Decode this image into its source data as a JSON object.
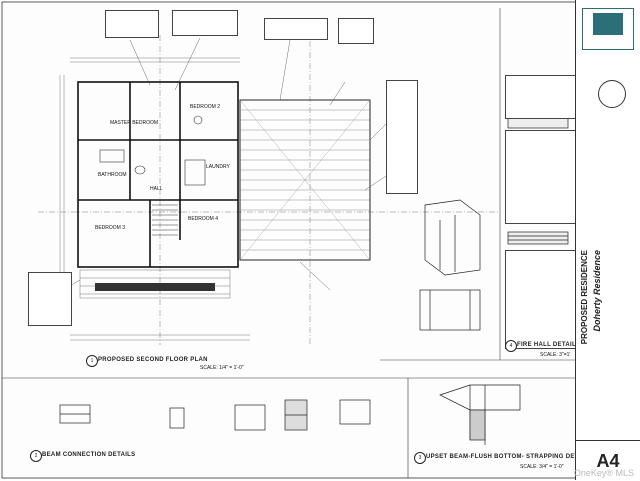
{
  "sheet": {
    "plan_title": "PROPOSED SECOND FLOOR PLAN",
    "plan_scale": "SCALE: 1/4\" = 1'-0\"",
    "beam_title": "BEAM CONNECTION DETAILS",
    "fire_title": "FIRE HALL DETAIL",
    "fire_scale": "SCALE: 3\"=1'",
    "upset_title": "UPSET BEAM-FLUSH BOTTOM- STRAPPING DETAIL",
    "upset_scale": "SCALE: 3/4\" = 1'-0\"",
    "detail_1": "1",
    "detail_2": "2",
    "detail_3": "3",
    "detail_4": "4"
  },
  "rooms": {
    "master": "MASTER BEDROOM",
    "bedroom2": "BEDROOM 2",
    "bedroom3": "BEDROOM 3",
    "bedroom4": "BEDROOM 4",
    "bath": "BATHROOM",
    "laundry": "LAUNDRY",
    "hall": "HALL"
  },
  "titleblock": {
    "project": "PROPOSED RESIDENCE",
    "owner": "Doherty Residence",
    "sheet_no": "A4"
  },
  "watermark": "OneKey® MLS"
}
